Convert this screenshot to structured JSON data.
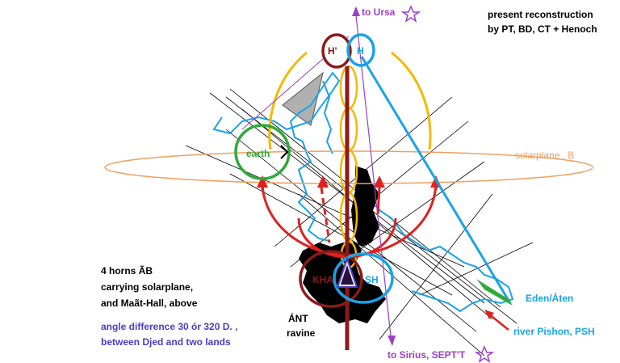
{
  "colors": {
    "maroon": "#8b1a1a",
    "cyan": "#1aa3e8",
    "gold": "#f5b800",
    "red": "#e02020",
    "green": "#2eaa3a",
    "orange": "#f0a060",
    "purple": "#9b40c8",
    "blue_text": "#4a3cc8",
    "black": "#000000",
    "gray": "#b0b0b0"
  },
  "header": {
    "line1": "present reconstruction",
    "line2": "by PT, BD, CT  + Henoch"
  },
  "labels": {
    "h_prime": "H'",
    "h": "H",
    "to_ursa": "to Ursa",
    "earth": "earth",
    "solarplane": "solarplane , B",
    "kha": "KHA",
    "sh": "SH",
    "eden": "Eden/Áten",
    "river": "river Pishon, PSH",
    "ant": "ÁNT",
    "ravine": "ravine",
    "to_sirius": "to Sirius, SEPT'T"
  },
  "notes": {
    "horns1": "4 horns ÃB",
    "horns2": "carrying solarplane,",
    "horns3": "and Maãt-Hall, above",
    "angle1": "angle difference 30 ór 320 D. ,",
    "angle2": "between Djed and two lands"
  }
}
